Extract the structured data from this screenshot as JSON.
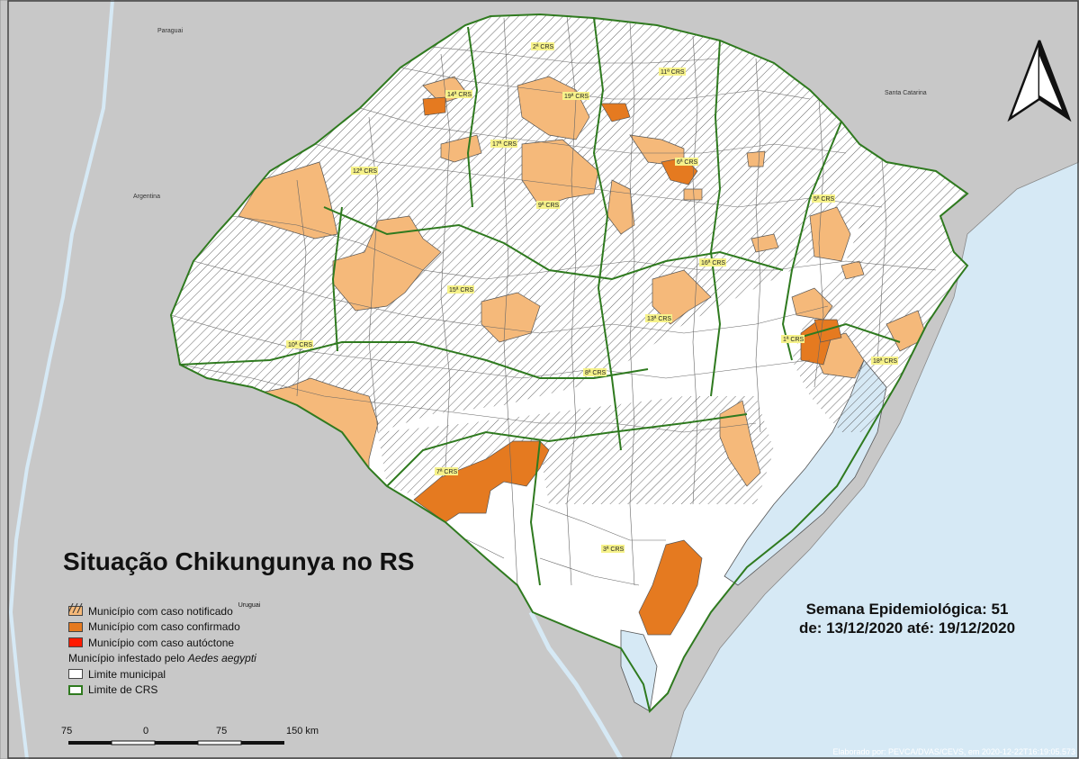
{
  "map": {
    "title": "Situação Chikungunya no RS",
    "country_labels": {
      "paraguai": "Paraguai",
      "argentina": "Argentina",
      "santa_catarina": "Santa Catarina",
      "uruguai": "Uruguai"
    },
    "crs_labels": [
      "2ª CRS",
      "11ª CRS",
      "14ª CRS",
      "19ª CRS",
      "17ª CRS",
      "6ª CRS",
      "12ª CRS",
      "9ª CRS",
      "5ª CRS",
      "16ª CRS",
      "15ª CRS",
      "13ª CRS",
      "10ª CRS",
      "1ª CRS",
      "18ª CRS",
      "8ª CRS",
      "7ª CRS",
      "3ª CRS"
    ],
    "legend": {
      "notificado": "Município com caso notificado",
      "confirmado": "Município com caso confirmado",
      "autoctone": "Município com caso autóctone",
      "infestado_prefix": "Município infestado pelo",
      "infestado_species": "Aedes aegypti",
      "limite_municipal": "Limite municipal",
      "limite_crs": "Limite de CRS"
    },
    "epi_week": {
      "line1": "Semana Epidemiológica: 51",
      "line2": "de: 13/12/2020 até: 19/12/2020"
    },
    "scale_bar": {
      "labels": [
        "75",
        "0",
        "75",
        "150 km"
      ]
    },
    "credit": "Elaborado por: PEVCA/DVAS/CEVS, em 2020-12-22T16:19:05.573",
    "north_arrow": "north-arrow-icon",
    "colors": {
      "sea": "#d6e9f5",
      "neighbors": "#c8c8c8",
      "notificado": "#f5b97a",
      "confirmado": "#e57a20",
      "autoctone": "#ff1a00",
      "crs_border": "#2f7a1f",
      "municipal_border": "#555555"
    }
  }
}
